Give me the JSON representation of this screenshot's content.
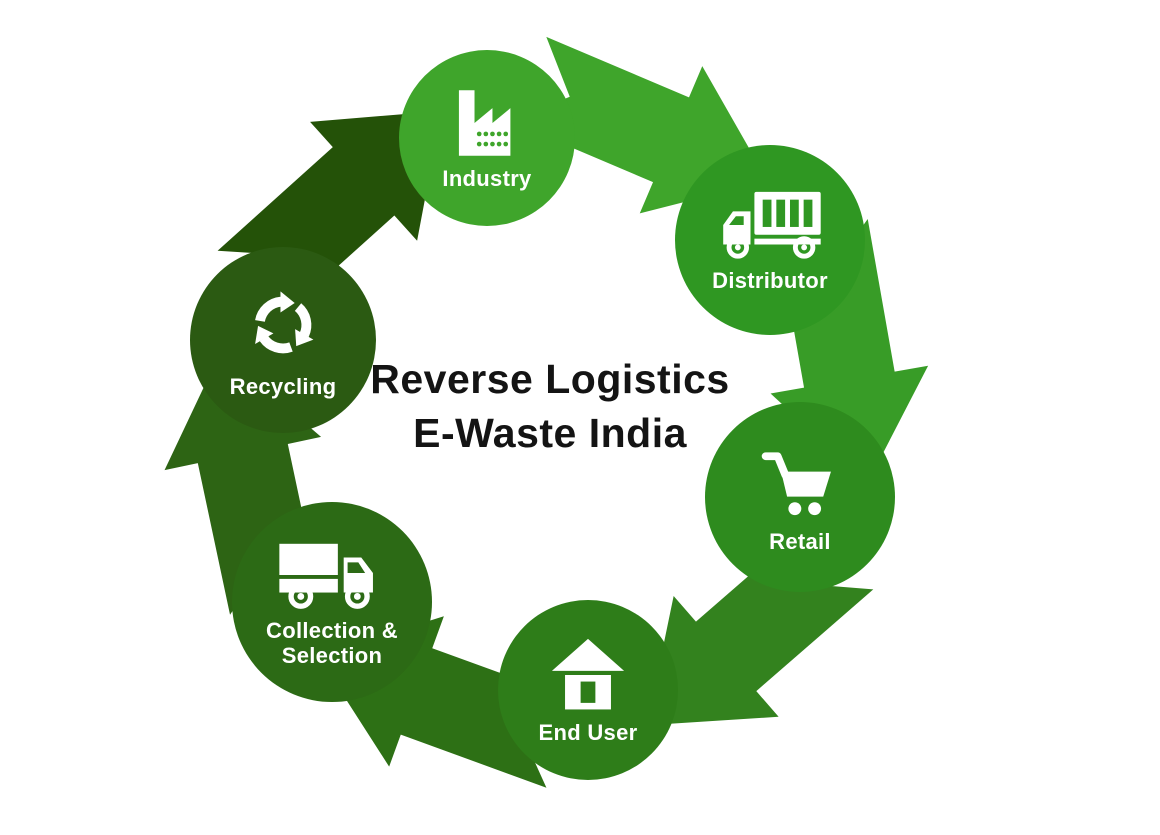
{
  "background": "#ffffff",
  "title": {
    "line1": "Reverse Logistics",
    "line2": "E-Waste India",
    "color": "#141414"
  },
  "nodes": [
    {
      "id": "industry",
      "label": "Industry",
      "color": "#3fa52b",
      "icon": "factory-icon"
    },
    {
      "id": "distributor",
      "label": "Distributor",
      "color": "#2f9722",
      "icon": "cargo-truck-icon"
    },
    {
      "id": "retail",
      "label": "Retail",
      "color": "#2e8b1e",
      "icon": "shopping-cart-icon"
    },
    {
      "id": "end-user",
      "label": "End User",
      "color": "#2e7d19",
      "icon": "house-icon"
    },
    {
      "id": "collection-selection",
      "label": "Collection &\nSelection",
      "color": "#2c6a15",
      "icon": "delivery-truck-icon"
    },
    {
      "id": "recycling",
      "label": "Recycling",
      "color": "#2b5a12",
      "icon": "recycle-arrows-icon"
    }
  ],
  "arrows": [
    {
      "from": "Industry",
      "to": "Distributor",
      "color": "#3fa52b"
    },
    {
      "from": "Distributor",
      "to": "Retail",
      "color": "#389c27"
    },
    {
      "from": "Retail",
      "to": "End User",
      "color": "#33821e"
    },
    {
      "from": "End User",
      "to": "Collection & Selection",
      "color": "#2d7015"
    },
    {
      "from": "Collection & Selection",
      "to": "Recycling",
      "color": "#2d6414"
    },
    {
      "from": "Recycling",
      "to": "Industry",
      "color": "#245208"
    }
  ]
}
